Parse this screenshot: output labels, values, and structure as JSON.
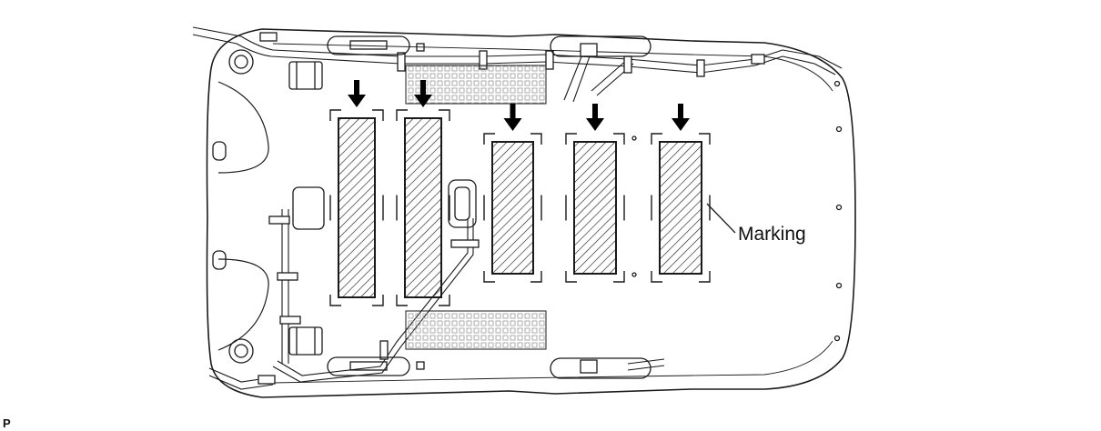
{
  "diagram": {
    "callout_label": "Marking",
    "corner_code": "P",
    "stroke_color": "#1a1a1a",
    "panel_count": 5,
    "arrow_count": 5
  }
}
